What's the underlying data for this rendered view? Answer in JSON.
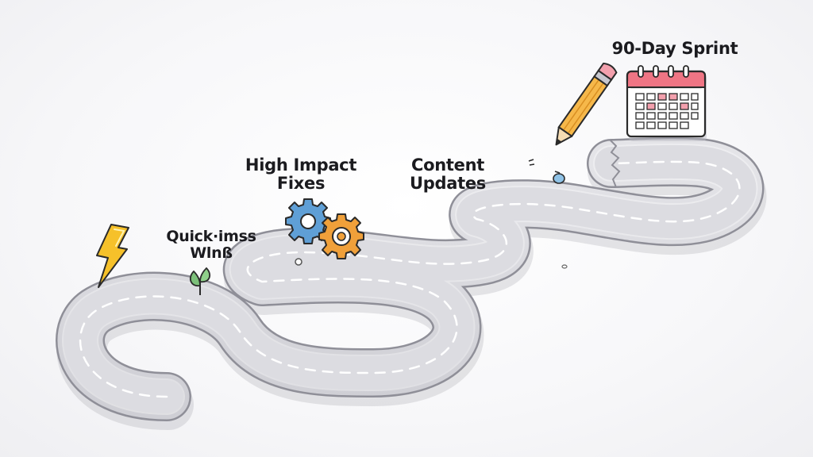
{
  "milestones": {
    "quick_wins": {
      "line1": "Quick·imss",
      "line2": "Wlnß",
      "icon": "lightning-bolt-icon"
    },
    "high_impact": {
      "line1": "High Impact",
      "line2": "Fixes",
      "icon": "gears-icon"
    },
    "content_updates": {
      "line1": "Content",
      "line2": "Updates",
      "icon": "pencil-icon"
    },
    "sprint": {
      "line1": "90-Day Sprint",
      "icon": "calendar-icon"
    }
  },
  "colors": {
    "road": "#d8d8dd",
    "road_edge": "#8f8f98",
    "bolt": "#f6c12a",
    "gear_blue": "#5f9fd6",
    "gear_orange": "#f0a03a",
    "pencil": "#f6b84a",
    "calendar_rings": "#e8667a",
    "sprout": "#7cc07a"
  }
}
